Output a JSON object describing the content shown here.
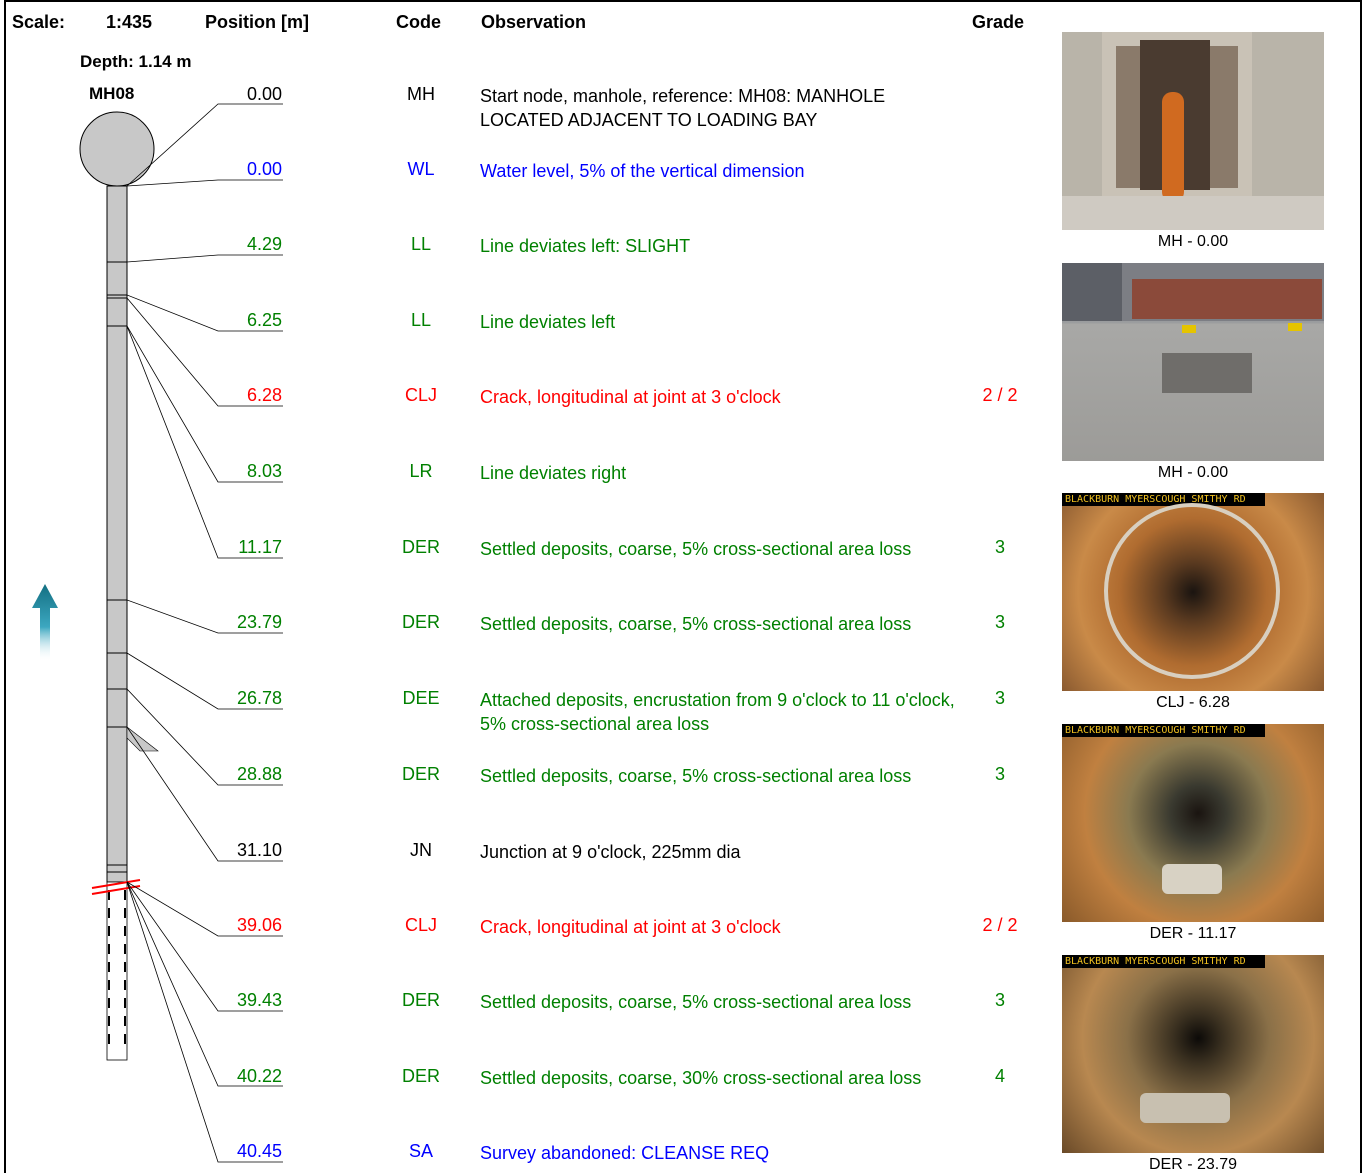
{
  "header": {
    "scale_label": "Scale:",
    "scale_value": "1:435",
    "position_label": "Position [m]",
    "code_label": "Code",
    "observation_label": "Observation",
    "grade_label": "Grade"
  },
  "node": {
    "depth": "Depth: 1.14 m",
    "name": "MH08"
  },
  "rows": [
    {
      "pos": "0.00",
      "code": "MH",
      "obs": "Start node, manhole, reference: MH08: MANHOLE LOCATED ADJACENT TO LOADING BAY",
      "grade": "",
      "color": "#000000"
    },
    {
      "pos": "0.00",
      "code": "WL",
      "obs": "Water level, 5% of the vertical dimension",
      "grade": "",
      "color": "#0000ff"
    },
    {
      "pos": "4.29",
      "code": "LL",
      "obs": "Line deviates left: SLIGHT",
      "grade": "",
      "color": "#008000"
    },
    {
      "pos": "6.25",
      "code": "LL",
      "obs": "Line deviates left",
      "grade": "",
      "color": "#008000"
    },
    {
      "pos": "6.28",
      "code": "CLJ",
      "obs": "Crack, longitudinal at joint at 3 o'clock",
      "grade": "2 / 2",
      "color": "#ff0000"
    },
    {
      "pos": "8.03",
      "code": "LR",
      "obs": "Line deviates right",
      "grade": "",
      "color": "#008000"
    },
    {
      "pos": "11.17",
      "code": "DER",
      "obs": "Settled deposits, coarse, 5% cross-sectional area loss",
      "grade": "3",
      "color": "#008000"
    },
    {
      "pos": "23.79",
      "code": "DER",
      "obs": "Settled deposits, coarse, 5% cross-sectional area loss",
      "grade": "3",
      "color": "#008000"
    },
    {
      "pos": "26.78",
      "code": "DEE",
      "obs": "Attached deposits, encrustation from 9 o'clock to 11 o'clock, 5% cross-sectional area loss",
      "grade": "3",
      "color": "#008000"
    },
    {
      "pos": "28.88",
      "code": "DER",
      "obs": "Settled deposits, coarse, 5% cross-sectional area loss",
      "grade": "3",
      "color": "#008000"
    },
    {
      "pos": "31.10",
      "code": "JN",
      "obs": "Junction at 9 o'clock, 225mm dia",
      "grade": "",
      "color": "#000000"
    },
    {
      "pos": "39.06",
      "code": "CLJ",
      "obs": "Crack, longitudinal at joint at 3 o'clock",
      "grade": "2 / 2",
      "color": "#ff0000"
    },
    {
      "pos": "39.43",
      "code": "DER",
      "obs": "Settled deposits, coarse, 5% cross-sectional area loss",
      "grade": "3",
      "color": "#008000"
    },
    {
      "pos": "40.22",
      "code": "DER",
      "obs": "Settled deposits, coarse, 30% cross-sectional area loss",
      "grade": "4",
      "color": "#008000"
    },
    {
      "pos": "40.45",
      "code": "SA",
      "obs": "Survey abandoned: CLEANSE REQ",
      "grade": "",
      "color": "#0000ff"
    }
  ],
  "photos": [
    {
      "caption": "MH - 0.00",
      "kind": "manhole-chamber"
    },
    {
      "caption": "MH - 0.00",
      "kind": "yard-surface"
    },
    {
      "caption": "CLJ - 6.28",
      "kind": "pipe-interior",
      "overlay": "BLACKBURN MYERSCOUGH SMITHY RD"
    },
    {
      "caption": "DER - 11.17",
      "kind": "pipe-interior-deposit",
      "overlay": "BLACKBURN MYERSCOUGH SMITHY RD"
    },
    {
      "caption": "DER - 23.79",
      "kind": "pipe-interior-deposit",
      "overlay": "BLACKBURN MYERSCOUGH SMITHY RD"
    }
  ],
  "flow_direction_icon": "up-arrow-icon"
}
